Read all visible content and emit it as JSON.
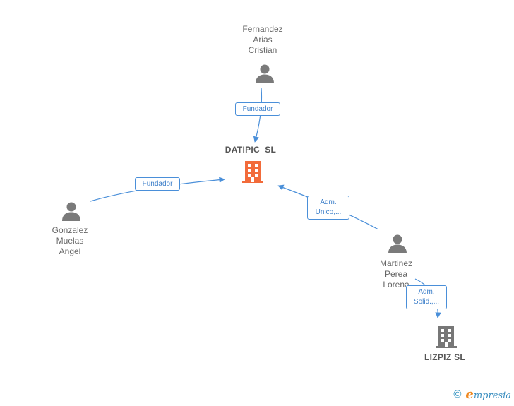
{
  "nodes": {
    "datipic": {
      "label": "DATIPIC  SL",
      "kind": "company",
      "color": "#f26b3a"
    },
    "lizpiz": {
      "label": "LIZPIZ SL",
      "kind": "company",
      "color": "#777777"
    },
    "fernandez": {
      "label": "Fernandez\nArias\nCristian",
      "kind": "person"
    },
    "gonzalez": {
      "label": "Gonzalez\nMuelas\nAngel",
      "kind": "person"
    },
    "martinez": {
      "label": "Martinez\nPerea\nLorena",
      "kind": "person"
    }
  },
  "edges": [
    {
      "from": "fernandez",
      "to": "datipic",
      "label": "Fundador"
    },
    {
      "from": "gonzalez",
      "to": "datipic",
      "label": "Fundador"
    },
    {
      "from": "martinez",
      "to": "datipic",
      "label": "Adm.\nUnico,..."
    },
    {
      "from": "martinez",
      "to": "lizpiz",
      "label": "Adm.\nSolid.,..."
    }
  ],
  "icons": {
    "person": "person-icon",
    "company": "building-icon"
  },
  "colors": {
    "edge": "#4a8fd9",
    "person": "#7a7a7a"
  },
  "footer": {
    "copyright": "©",
    "brand_initial": "e",
    "brand_rest": "mpresia"
  }
}
